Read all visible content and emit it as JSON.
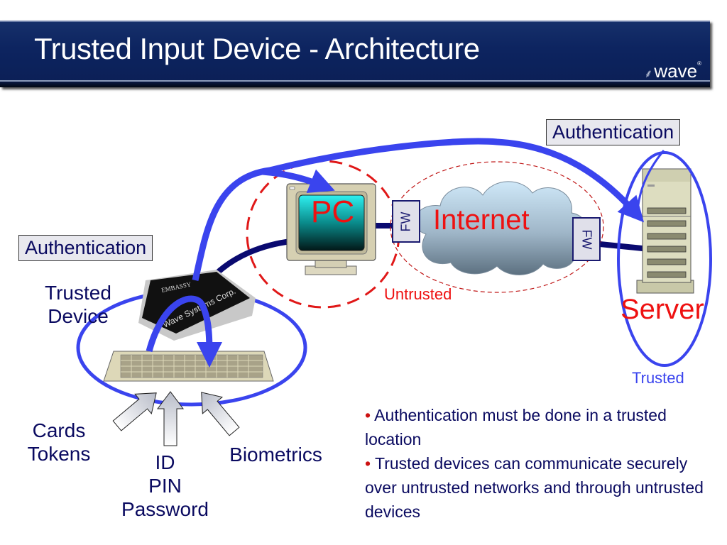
{
  "slide": {
    "title": "Trusted Input Device - Architecture",
    "logo": {
      "mark": "⸙",
      "text": "wave",
      "reg": "®"
    }
  },
  "diagram": {
    "auth_left": "Authentication",
    "auth_right": "Authentication",
    "trusted_device": [
      "Trusted",
      "Device"
    ],
    "chip_text": [
      "EMBASSY",
      "Wave Systems Corp."
    ],
    "pc_label": "PC",
    "internet_label": "Internet",
    "fw_left": "FW",
    "fw_right": "FW",
    "untrusted_label": "Untrusted",
    "server_label": "Server",
    "trusted_label": "Trusted",
    "inputs": {
      "cards_tokens": [
        "Cards",
        "Tokens"
      ],
      "id_pin_password": [
        "ID",
        "PIN",
        "Password"
      ],
      "biometrics": "Biometrics"
    }
  },
  "bullets": [
    {
      "bullet": "•",
      "text": " Authentication must be done in a trusted location"
    },
    {
      "bullet": "•",
      "text": " Trusted devices can communicate securely over untrusted networks and through untrusted devices"
    }
  ],
  "colors": {
    "title_bg": "#0d2460",
    "accent_blue": "#3a44ee",
    "dark_navy": "#0a0a60",
    "red": "#ee1111"
  }
}
